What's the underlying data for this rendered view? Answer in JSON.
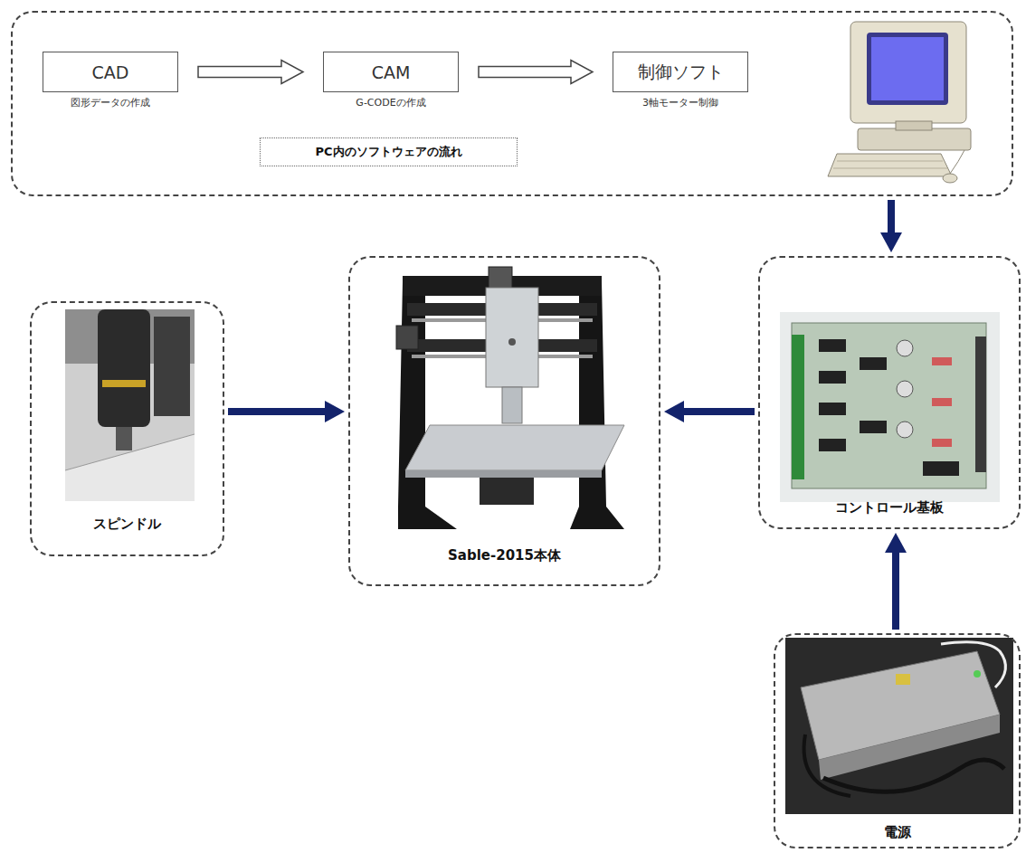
{
  "diagram": {
    "nodes": [
      {
        "text": []
      },
      {
        "text": [
          "CAD",
          "図形データの作成"
        ],
        "in": 0
      },
      {
        "text": [
          "CAM",
          "G-CODEの作成"
        ],
        "in": 0
      },
      {
        "text": [
          "制御ソフト",
          "3軸モーター制御"
        ],
        "in": 0
      },
      {
        "text": [
          "PC内のソフトウェアの流れ"
        ],
        "in": 0
      },
      {
        "text": [
          "スピンドル"
        ]
      },
      {
        "text": [
          "Sable-2015本体"
        ]
      },
      {
        "text": [
          "コントロール基板"
        ]
      },
      {
        "text": [
          "電源"
        ]
      }
    ],
    "edges": [
      {
        "from": 1,
        "to": 2,
        "arrow": "to"
      },
      {
        "from": 2,
        "to": 3,
        "arrow": "to"
      },
      {
        "from": 0,
        "to": 7,
        "arrow": "to"
      },
      {
        "from": 5,
        "to": 6,
        "arrow": "to"
      },
      {
        "from": 7,
        "to": 6,
        "arrow": "to"
      },
      {
        "from": 8,
        "to": 7,
        "arrow": "to"
      }
    ]
  }
}
